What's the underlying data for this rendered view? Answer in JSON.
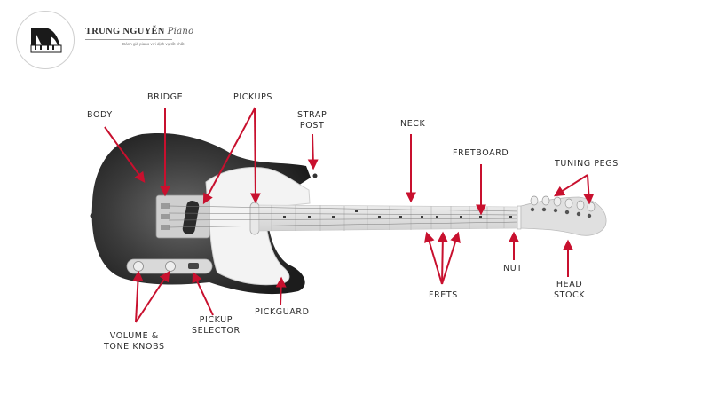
{
  "brand": {
    "name": "TRUNG NGUYỄN",
    "name_script": "Piano",
    "tagline": "Đánh giá piano với dịch vụ tốt nhất"
  },
  "colors": {
    "arrow": "#c8102e",
    "body_dark": "#2b2b2b",
    "fretboard": "#dedede",
    "pickguard": "#f2f2f2"
  },
  "labels": {
    "body": "BODY",
    "bridge": "BRIDGE",
    "pickups": "PICKUPS",
    "strap_post_1": "STRAP",
    "strap_post_2": "POST",
    "neck": "NECK",
    "fretboard": "FRETBOARD",
    "tuning_pegs": "TUNING PEGS",
    "nut": "NUT",
    "head_stock_1": "HEAD",
    "head_stock_2": "STOCK",
    "frets": "FRETS",
    "pickguard": "PICKGUARD",
    "pickup_selector_1": "PICKUP",
    "pickup_selector_2": "SELECTOR",
    "volume_tone_1": "VOLUME &",
    "volume_tone_2": "TONE KNOBS"
  }
}
